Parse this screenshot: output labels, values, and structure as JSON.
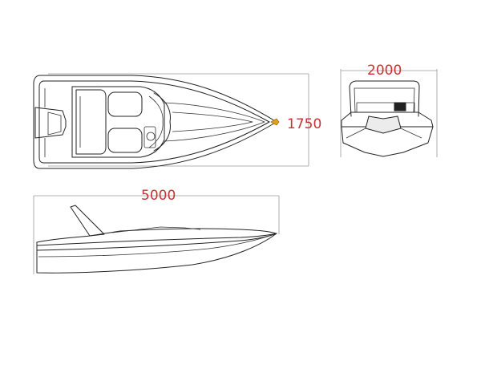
{
  "drawing": {
    "top_view": {
      "width_label": "1750"
    },
    "front_view": {
      "beam_label": "2000"
    },
    "side_view": {
      "length_label": "5000"
    },
    "colors": {
      "dimension_text": "#c83232",
      "outline": "#222222",
      "dimension_line": "#9a9a9a",
      "bow_marker": "#e0a020"
    }
  }
}
